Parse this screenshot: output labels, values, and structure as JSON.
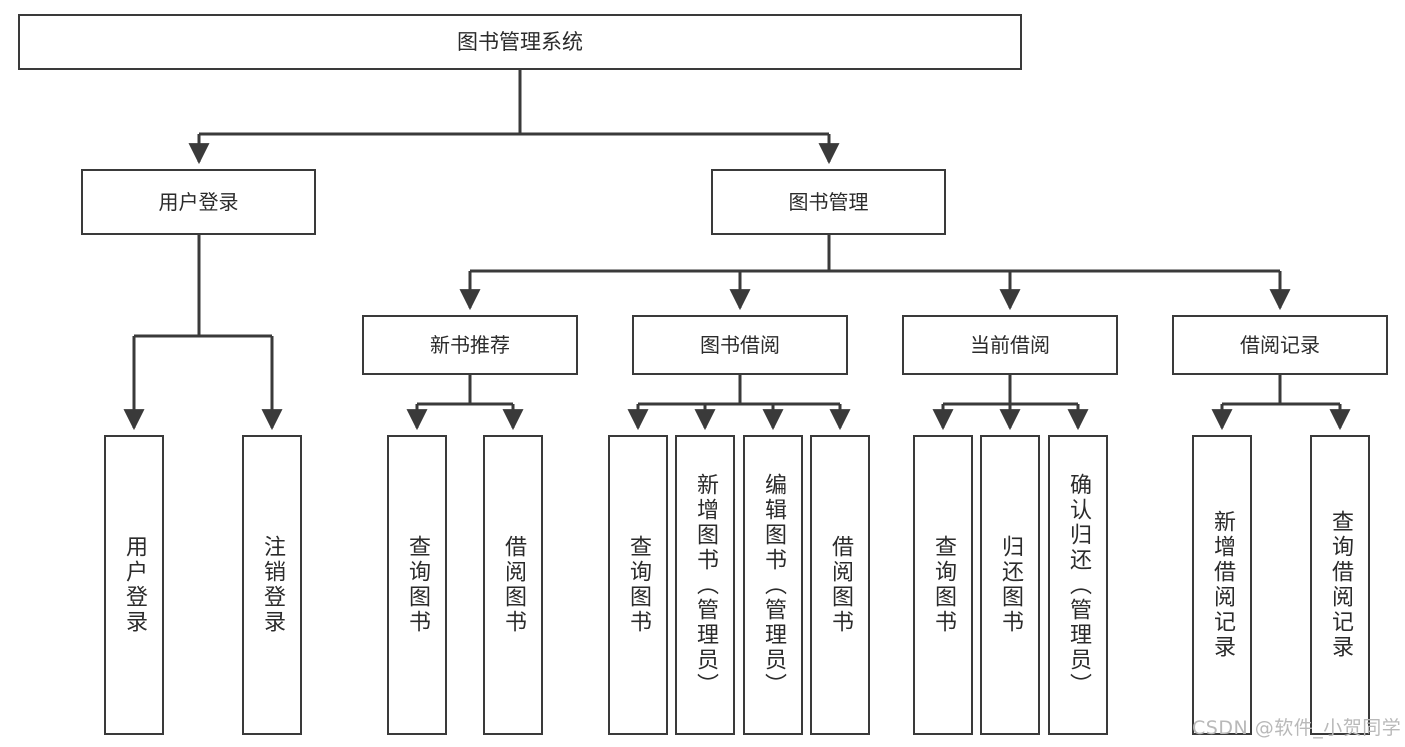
{
  "diagram": {
    "title": "图书管理系统",
    "type": "tree-hierarchy-chart",
    "watermark": "CSDN @软件_小贺同学",
    "colors": {
      "box_border": "#3a3a3a",
      "box_fill": "#ffffff",
      "connector": "#3a3a3a",
      "text": "#2b2b2b",
      "watermark_text": "#b9b9b9",
      "background": "#ffffff"
    },
    "root": {
      "label": "图书管理系统"
    },
    "level1": [
      {
        "label": "用户登录"
      },
      {
        "label": "图书管理"
      }
    ],
    "level2": [
      {
        "label": "新书推荐"
      },
      {
        "label": "图书借阅"
      },
      {
        "label": "当前借阅"
      },
      {
        "label": "借阅记录"
      }
    ],
    "leaves": {
      "user_login": [
        {
          "label": "用户登录"
        },
        {
          "label": "注销登录"
        }
      ],
      "new_book_recommend": [
        {
          "label": "查询图书"
        },
        {
          "label": "借阅图书"
        }
      ],
      "book_borrow": [
        {
          "label": "查询图书"
        },
        {
          "label": "新增图书（管理员）"
        },
        {
          "label": "编辑图书（管理员）"
        },
        {
          "label": "借阅图书"
        }
      ],
      "current_borrow": [
        {
          "label": "查询图书"
        },
        {
          "label": "归还图书"
        },
        {
          "label": "确认归还（管理员）"
        }
      ],
      "borrow_record": [
        {
          "label": "新增借阅记录"
        },
        {
          "label": "查询借阅记录"
        }
      ]
    }
  }
}
